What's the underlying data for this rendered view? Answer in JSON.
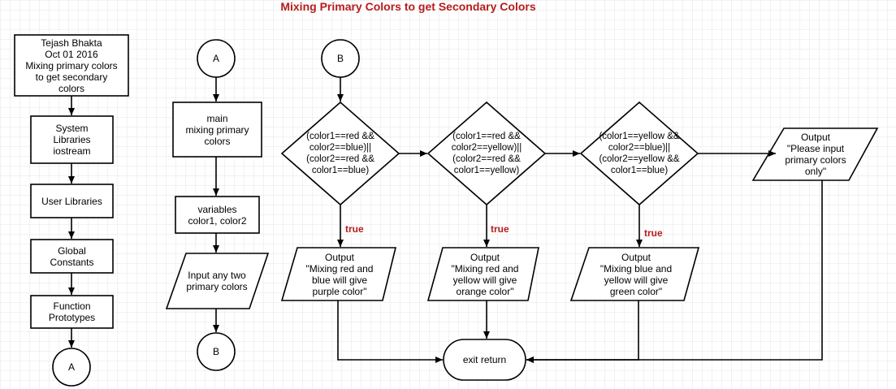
{
  "title": "Mixing Primary Colors to get Secondary Colors",
  "colors": {
    "title": "#b71c1c",
    "true_label": "#b71c1c",
    "stroke": "#000000",
    "grid": "#e6e6e6"
  },
  "column1": {
    "header": "Tejash Bhakta\nOct 01 2016\nMixing primary colors\nto get secondary\ncolors",
    "system_libraries": "System\nLibraries\niostream",
    "user_libraries": "User Libraries",
    "global_constants": "Global\nConstants",
    "function_prototypes": "Function\nPrototypes",
    "connector": "A"
  },
  "column2": {
    "connector_top": "A",
    "main": "main\nmixing primary\ncolors",
    "variables": "variables\ncolor1, color2",
    "input": "Input any two\nprimary colors",
    "connector_bottom": "B"
  },
  "decisions": {
    "connector": "B",
    "purple_condition": "(color1==red &&\ncolor2==blue)||\n(color2==red &&\ncolor1==blue)",
    "orange_condition": "(color1==red &&\ncolor2==yellow)||\n(color2==red &&\ncolor1==yellow)",
    "green_condition": "(color1==yellow &&\ncolor2==blue)||\n(color2==yellow &&\ncolor1==blue)",
    "true_label": "true"
  },
  "outputs": {
    "purple": "Output\n\"Mixing red and\nblue will give\npurple color\"",
    "orange": "Output\n\"Mixing red and\nyellow will give\norange color\"",
    "green": "Output\n\"Mixing blue and\nyellow will give\ngreen color\"",
    "invalid": "Output\n\"Please input\nprimary colors\nonly\""
  },
  "terminal": "exit return"
}
